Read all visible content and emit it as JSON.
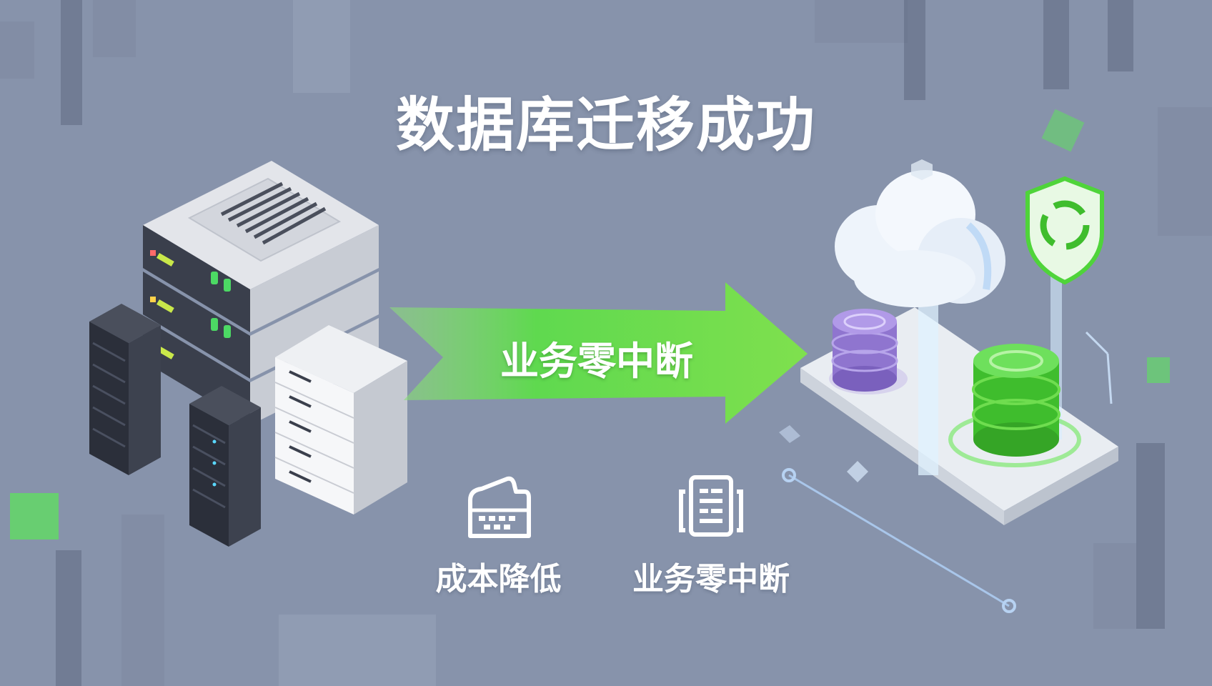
{
  "title": "数据库迁移成功",
  "arrow": {
    "label": "业务零中断",
    "color": "#5fd94f"
  },
  "features": [
    {
      "icon": "piggy-bank-icon",
      "label": "成本降低"
    },
    {
      "icon": "document-icon",
      "label": "业务零中断"
    }
  ],
  "colors": {
    "background": "#8793ab",
    "accent_green": "#5fd94f",
    "db_purple": "#9a80d8",
    "db_green": "#4ccb3a"
  },
  "icons": [
    "server-rack-icon",
    "cloud-icon",
    "database-icon",
    "shield-recycle-icon"
  ]
}
